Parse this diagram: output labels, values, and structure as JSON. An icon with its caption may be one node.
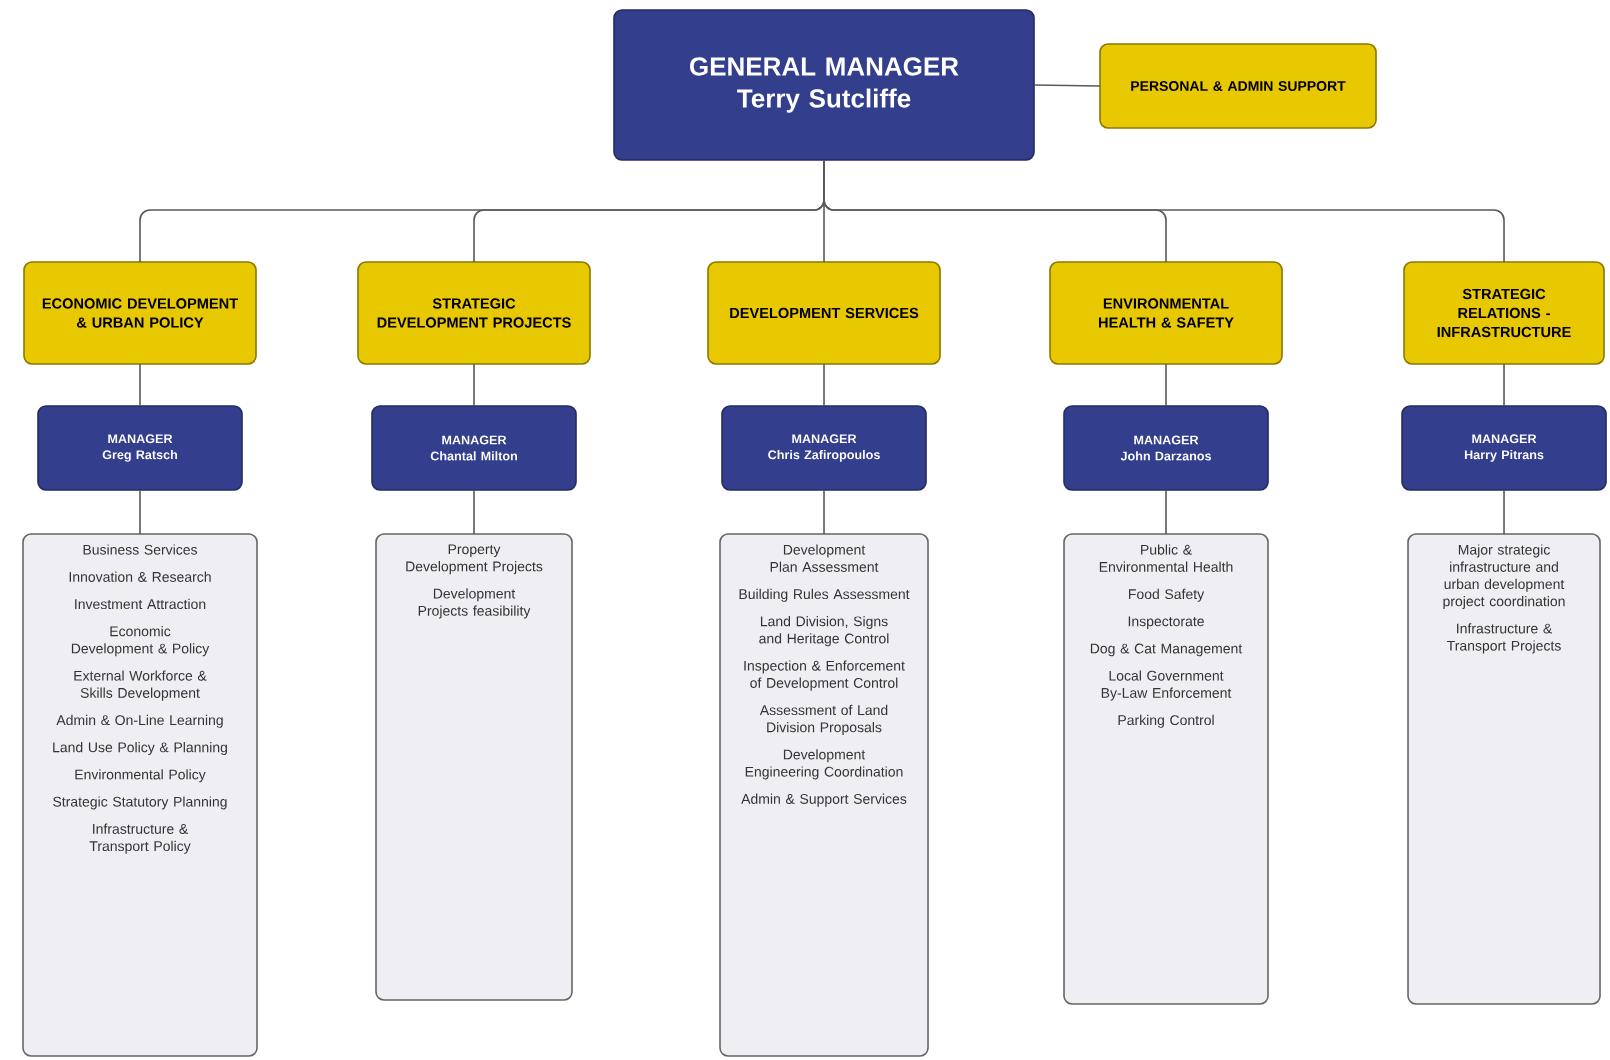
{
  "diagram": {
    "nodes": [
      {
        "text": [
          "GENERAL MANAGER",
          "Terry Sutcliffe"
        ]
      },
      {
        "text": [
          "PERSONAL & ADMIN SUPPORT"
        ]
      },
      {
        "text": [
          "ECONOMIC DEVELOPMENT & URBAN POLICY"
        ]
      },
      {
        "text": [
          "STRATEGIC DEVELOPMENT PROJECTS"
        ]
      },
      {
        "text": [
          "DEVELOPMENT SERVICES"
        ]
      },
      {
        "text": [
          "ENVIRONMENTAL HEALTH & SAFETY"
        ]
      },
      {
        "text": [
          "STRATEGIC RELATIONS - INFRASTRUCTURE"
        ]
      },
      {
        "text": [
          "MANAGER",
          "Greg Ratsch"
        ]
      },
      {
        "text": [
          "MANAGER",
          "Chantal Milton"
        ]
      },
      {
        "text": [
          "MANAGER",
          "Chris Zafiropoulos"
        ]
      },
      {
        "text": [
          "MANAGER",
          "John Darzanos"
        ]
      },
      {
        "text": [
          "MANAGER",
          "Harry Pitrans"
        ]
      },
      {
        "text": [
          "Business Services",
          "Innovation & Research",
          "Investment Attraction",
          "Economic Development & Policy",
          "External Workforce & Skills Development",
          "Admin & On-Line Learning",
          "Land Use Policy & Planning",
          "Environmental Policy",
          "Strategic Statutory Planning",
          "Infrastructure & Transport Policy"
        ]
      },
      {
        "text": [
          "Property Development Projects",
          "Development Projects feasibility"
        ]
      },
      {
        "text": [
          "Development Plan Assessment",
          "Building Rules Assessment",
          "Land Division, Signs and Heritage Control",
          "Inspection & Enforcement of Development Control",
          "Assessment of Land Division Proposals",
          "Development Engineering Coordination",
          "Admin & Support Services"
        ]
      },
      {
        "text": [
          "Public & Environmental Health",
          "Food Safety",
          "Inspectorate",
          "Dog & Cat Management",
          "Local Government By-Law Enforcement",
          "Parking Control"
        ]
      },
      {
        "text": [
          "Major strategic infrastructure and urban development project coordination",
          "Infrastructure & Transport Projects"
        ]
      }
    ],
    "edges": [
      {
        "from": 0,
        "to": 1,
        "arrow": "none"
      },
      {
        "from": 0,
        "to": 2,
        "arrow": "none"
      },
      {
        "from": 0,
        "to": 3,
        "arrow": "none"
      },
      {
        "from": 0,
        "to": 4,
        "arrow": "none"
      },
      {
        "from": 0,
        "to": 5,
        "arrow": "none"
      },
      {
        "from": 0,
        "to": 6,
        "arrow": "none"
      },
      {
        "from": 2,
        "to": 7,
        "arrow": "none"
      },
      {
        "from": 3,
        "to": 8,
        "arrow": "none"
      },
      {
        "from": 4,
        "to": 9,
        "arrow": "none"
      },
      {
        "from": 5,
        "to": 10,
        "arrow": "none"
      },
      {
        "from": 6,
        "to": 11,
        "arrow": "none"
      },
      {
        "from": 7,
        "to": 12,
        "arrow": "none"
      },
      {
        "from": 8,
        "to": 13,
        "arrow": "none"
      },
      {
        "from": 9,
        "to": 14,
        "arrow": "none"
      },
      {
        "from": 10,
        "to": 15,
        "arrow": "none"
      },
      {
        "from": 11,
        "to": 16,
        "arrow": "none"
      }
    ]
  }
}
